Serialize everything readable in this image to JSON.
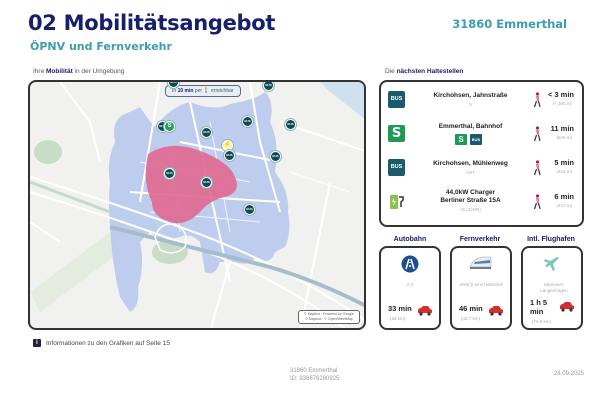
{
  "header": {
    "title": "02 Mobilitätsangebot",
    "subtitle": "ÖPNV und Fernverkehr",
    "location": "31860 Emmerthal"
  },
  "map_section": {
    "label_prefix": "Ihre ",
    "label_bold": "Mobilität",
    "label_suffix": " in der Umgebung",
    "pill_prefix": "In ",
    "pill_bold": "10 min",
    "pill_mid": " per ",
    "pill_suffix": " erreichbar",
    "pill_icon": "walking-person-icon",
    "credit_line1": "© Mapbox · Powered by Google",
    "credit_line2": "© Mapbox · © OpenStreetMap",
    "colors": {
      "walk_area": "#f0a2c0",
      "walk_area_inner": "#e06a93",
      "reach_area": "#b8c9ec",
      "roads": "#ffffff",
      "green": "#c9dcc7",
      "railway": "#9fb4c8"
    },
    "markers": [
      {
        "type": "bus",
        "label": "BUS"
      },
      {
        "type": "bus",
        "label": "BUS"
      },
      {
        "type": "sbahn",
        "label": "S"
      },
      {
        "type": "bus",
        "label": "BUS"
      },
      {
        "type": "bus",
        "label": "BUS"
      },
      {
        "type": "bus",
        "label": "BUS"
      },
      {
        "type": "charger",
        "label": "⚡"
      },
      {
        "type": "bus",
        "label": "BUS"
      },
      {
        "type": "bus",
        "label": "BUS"
      },
      {
        "type": "bus",
        "label": "BUS"
      },
      {
        "type": "bus",
        "label": "BUS"
      },
      {
        "type": "bus",
        "label": "BUS"
      },
      {
        "type": "bus",
        "label": "BUS"
      }
    ]
  },
  "info": {
    "icon": "i",
    "text": "Informationen zu den Grafiken auf Seite 15"
  },
  "stops_section": {
    "label_prefix": "Die ",
    "label_bold": "nächsten Haltestellen",
    "stops": [
      {
        "icon": "bus-icon",
        "icon_label": "BUS",
        "name": "Kirchohsen, Jahnstraße",
        "sub": "5",
        "time": "< 3 min",
        "dist": "(< 300 m)"
      },
      {
        "icon": "sbahn-icon",
        "icon_label": "S",
        "name": "Emmerthal, Bahnhof",
        "badges": [
          "S",
          "BUS"
        ],
        "time": "11 min",
        "dist": "(840 m)"
      },
      {
        "icon": "bus-icon",
        "icon_label": "BUS",
        "name": "Kirchohsen, Mühlenweg",
        "sub": "AST",
        "time": "5 min",
        "dist": "(415 m)"
      },
      {
        "icon": "charger-icon",
        "icon_label": "",
        "name": "44,0kW Charger",
        "name2": "Berliner Straße 15A",
        "sub": "2x (22kW)",
        "time": "6 min",
        "dist": "(473 m)"
      }
    ]
  },
  "cards": [
    {
      "title": "Autobahn",
      "icon": "autobahn-icon",
      "place": "A 2",
      "time": "33 min",
      "time2": "",
      "dist": "(28 km)"
    },
    {
      "title": "Fernverkehr",
      "icon": "train-icon",
      "place": "Afeld (Leine) Bahnhof",
      "time": "46 min",
      "time2": "",
      "dist": "(42,7 km)"
    },
    {
      "title": "Intl. Flughafen",
      "icon": "airplane-icon",
      "place": "Hannover, Langenhagen",
      "time": "1 h 5",
      "time2": "min",
      "dist": "(76,8 km)"
    }
  ],
  "footer": {
    "location": "31860 Emmerthal",
    "id": "ID: 938676280925",
    "date": "28.09.2025"
  }
}
